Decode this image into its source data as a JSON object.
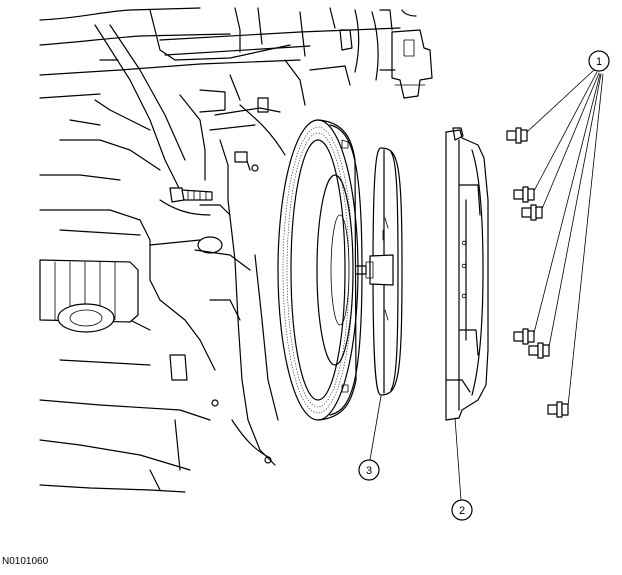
{
  "figure": {
    "id": "N0101060",
    "callouts": [
      {
        "key": "bolts",
        "label": "1"
      },
      {
        "key": "cover_plate",
        "label": "2"
      },
      {
        "key": "flywheel_disc",
        "label": "3"
      }
    ]
  }
}
